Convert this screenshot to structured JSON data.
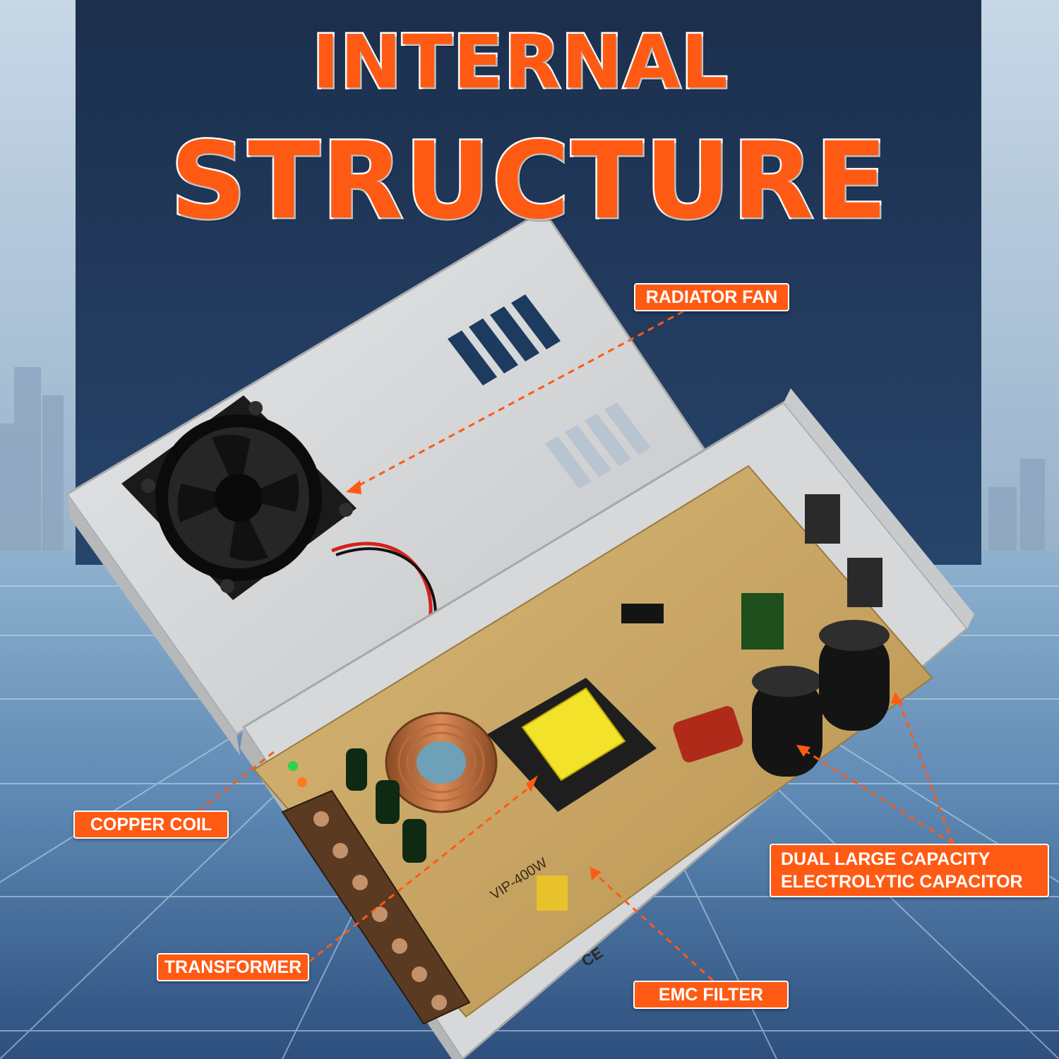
{
  "title": {
    "line1": "INTERNAL",
    "line2": "STRUCTURE"
  },
  "callouts": {
    "radiator_fan": "RADIATOR FAN",
    "copper_coil": "COPPER COIL",
    "capacitor": "DUAL LARGE CAPACITY\nELECTROLYTIC CAPACITOR",
    "transformer": "TRANSFORMER",
    "emc_filter": "EMC FILTER"
  },
  "board_markings": {
    "model": "VIP-400W",
    "ce_mark": "CE"
  },
  "colors": {
    "accent": "#ff5a14",
    "panel": "#1e3556",
    "pcb": "#c9a564",
    "casing": "#d9dadb"
  }
}
